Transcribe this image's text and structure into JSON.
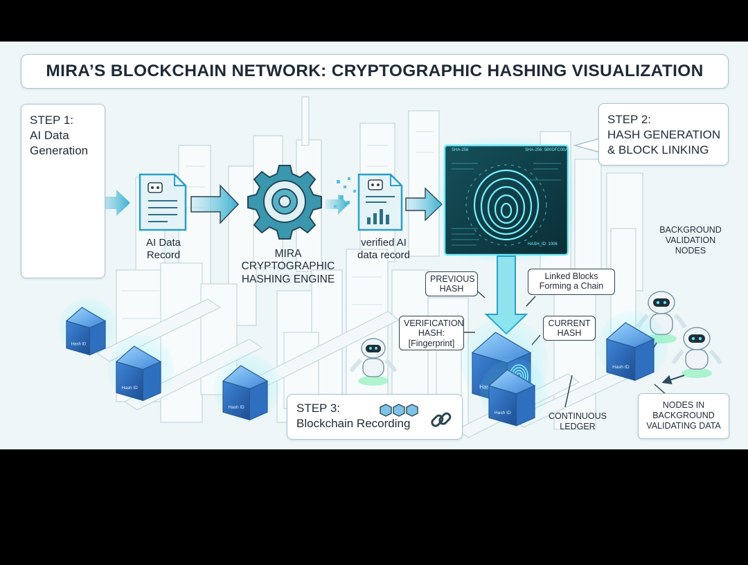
{
  "title": "MIRA’S BLOCKCHAIN NETWORK: CRYPTOGRAPHIC HASHING VISUALIZATION",
  "step1": {
    "head": "STEP 1:",
    "line1": "AI Data",
    "line2": "Generation"
  },
  "step2": {
    "head": "STEP 2:",
    "line1": "HASH GENERATION",
    "line2": "& BLOCK LINKING"
  },
  "step3": {
    "head": "STEP 3:",
    "line1": "Blockchain Recording"
  },
  "ai_record": {
    "line1": "AI Data",
    "line2": "Record"
  },
  "engine": {
    "line1": "MIRA",
    "line2": "CRYPTOGRAPHIC",
    "line3": "HASHING ENGINE"
  },
  "verified": {
    "line1": "verified AI",
    "line2": "data record"
  },
  "previous_hash": {
    "line1": "PREVIOUS",
    "line2": "HASH"
  },
  "linked_blocks": {
    "line1": "Linked Blocks",
    "line2": "Forming a Chain"
  },
  "verification_hash": {
    "line1": "VERIFICATION",
    "line2": "HASH:",
    "line3": "[Fingerprint]"
  },
  "current_hash": {
    "line1": "CURRENT",
    "line2": "HASH"
  },
  "bg_validation": {
    "line1": "BACKGROUND",
    "line2": "VALIDATION",
    "line3": "NODES"
  },
  "nodes_bg": {
    "line1": "NODES IN",
    "line2": "BACKGROUND",
    "line3": "VALIDATING DATA"
  },
  "ledger": {
    "line1": "CONTINUOUS",
    "line2": "LEDGER"
  },
  "screen": {
    "algo_left": "SHA-256",
    "algo_right": "SHA-256: 5B0DFC0BA",
    "hash_id": "HASH_ID: 1006"
  },
  "block_tag": "Hash ID",
  "colors": {
    "accent": "#2aa9c4",
    "glow": "#5fe3f0",
    "dark": "#1e2a36",
    "block": "#3b78c9"
  }
}
